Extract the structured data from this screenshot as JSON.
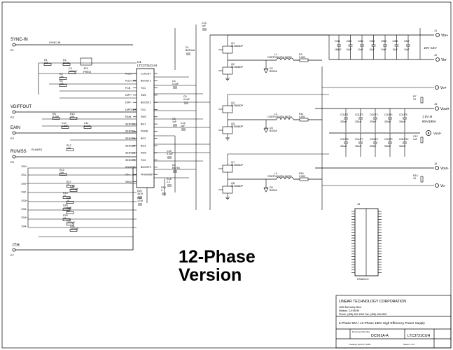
{
  "diagram": {
    "sync_in": {
      "label": "SYNC-IN",
      "term": "E1",
      "net": "SYNC-IN"
    },
    "vdiffout": {
      "label": "VDIFFOUT",
      "term": "E3"
    },
    "eain": {
      "label": "EAIN",
      "term": "E4"
    },
    "runss": {
      "label": "RUN/SS",
      "term": "E5",
      "net": "RUN/SS"
    },
    "ith": {
      "label": "ITH",
      "term": "E7"
    },
    "vin_top": {
      "label": "Vin+",
      "term": "J1",
      "range": "10V~14V"
    },
    "vin_minus": {
      "label": "Vin-",
      "term": "J2"
    },
    "vout_plus": {
      "label": "Vout+",
      "term": "J3"
    },
    "vout_spec": {
      "line1": "1.5V at",
      "line2": "90A/180A"
    },
    "vout_minus": {
      "label": "Vout-",
      "term": "J4"
    },
    "vos_plus": {
      "label": "Vo+"
    },
    "vos_minus": {
      "label": "Vo-"
    },
    "ic": {
      "ref": "U1",
      "part": "LTC3731CUH",
      "left_pins": [
        "PLLIN",
        "PLLFLTR",
        "FCB",
        "DIFF+",
        "DIFF-",
        "DIFFOUT",
        "EAIN",
        "SENSE1+",
        "SENSE1-",
        "SENSE2+",
        "SENSE2-",
        "SENSE3+",
        "SENSE3-",
        "RUN/SS",
        "ITH",
        "VAVG"
      ],
      "right_pins": [
        "CLKOUT",
        "BOOST1",
        "TG1",
        "SW1",
        "BOOST2",
        "TG2",
        "SW2",
        "BG1",
        "PGND",
        "BG2",
        "BG3",
        "SW3",
        "TG3",
        "BOOST3",
        "PHASMDP"
      ]
    },
    "left_passives": [
      {
        "ref": "R1",
        "val": "10k"
      },
      {
        "ref": "R2",
        "val": "82.5k"
      },
      {
        "ref": "C3",
        "val": "1000pF"
      },
      {
        "ref": "R4",
        "val": "10k"
      },
      {
        "ref": "R5",
        "val": "10k"
      },
      {
        "ref": "R8",
        "val": "8.06K"
      },
      {
        "ref": "R10",
        "val": "10K"
      },
      {
        "ref": "C10",
        "val": "1.5nF"
      },
      {
        "ref": "R12",
        "val": "10K"
      },
      {
        "ref": "R13",
        "val": "10K"
      },
      {
        "ref": "R17",
        "val": "10"
      },
      {
        "ref": "C18",
        "val": "1000pF"
      },
      {
        "ref": "R19",
        "val": "10"
      },
      {
        "ref": "R21",
        "val": "10"
      },
      {
        "ref": "C20",
        "val": "1000pF"
      },
      {
        "ref": "R23",
        "val": "10"
      },
      {
        "ref": "R25",
        "val": "10"
      },
      {
        "ref": "C27",
        "val": "1000pF"
      },
      {
        "ref": "C11",
        "val": "0.1uF"
      },
      {
        "ref": "C31",
        "val": "1500pF"
      }
    ],
    "jp1": {
      "ref": "JP1",
      "label": "FREQ"
    },
    "sense_labels": [
      "1S1+",
      "1S1-",
      "1S2+",
      "1S2-",
      "1S3+",
      "1S3-",
      "1S4+",
      "1S4-"
    ],
    "center_passives": [
      {
        "ref": "C13",
        "val": "1uF"
      },
      {
        "ref": "D1",
        "val": "BAT54A"
      },
      {
        "ref": "C4",
        "val": "0.1uF"
      },
      {
        "ref": "C6",
        "val": "0.1uF"
      },
      {
        "ref": "C8",
        "val": "1uF"
      },
      {
        "ref": "C14",
        "val": "1uF"
      },
      {
        "ref": "C15",
        "val": "0.1uF"
      },
      {
        "ref": "D4",
        "val": "BAT54"
      },
      {
        "ref": "R15",
        "val": "2.2"
      },
      {
        "ref": "R18",
        "val": "0"
      },
      {
        "ref": "R20",
        "val": "357K"
      },
      {
        "ref": "R22",
        "val": "121K"
      }
    ],
    "mosfets": [
      {
        "ref": "Q1",
        "part": "Si7860DP"
      },
      {
        "ref": "Q2",
        "part": "Si7856DP"
      },
      {
        "ref": "Q4",
        "part": "Si7860DP"
      },
      {
        "ref": "Q5",
        "part": "Si7856DP"
      },
      {
        "ref": "Q7",
        "part": "Si7860DP"
      },
      {
        "ref": "Q8",
        "part": "Si7856DP"
      }
    ],
    "inductors": [
      {
        "ref": "L1",
        "part": "CDEP105-0R4-MC50"
      },
      {
        "ref": "L2",
        "part": "CDEP105-0R4-MC50"
      },
      {
        "ref": "L3",
        "part": "CDEP105-0R4-MC50"
      }
    ],
    "sense_resistors": [
      {
        "ref": "R3",
        "val": "0.002"
      },
      {
        "ref": "R11",
        "val": "0.002"
      },
      {
        "ref": "R16",
        "val": "0.002"
      }
    ],
    "diodes": [
      {
        "ref": "D2",
        "val": "B320A"
      },
      {
        "ref": "D3",
        "val": "B320A"
      },
      {
        "ref": "D5",
        "val": "B320A"
      }
    ],
    "input_caps": [
      {
        "ref": "CIN1",
        "val": "180uF"
      },
      {
        "ref": "CIN2",
        "val": "10uF"
      },
      {
        "ref": "CIN3",
        "val": "10uF"
      },
      {
        "ref": "CIN4",
        "val": "10uF"
      },
      {
        "ref": "CIN5",
        "val": "10uF"
      },
      {
        "ref": "CIN6",
        "val": "10uF"
      },
      {
        "ref": "CIN7",
        "val": "10uF"
      }
    ],
    "output_caps": [
      {
        "ref": "COUT1",
        "val": "330uF"
      },
      {
        "ref": "COUT2",
        "val": "330uF"
      },
      {
        "ref": "COUT3",
        "val": "330uF"
      },
      {
        "ref": "COUT4",
        "val": "330uF"
      },
      {
        "ref": "COUT5",
        "val": "330uF"
      },
      {
        "ref": "COUT6",
        "val": "330uF"
      },
      {
        "ref": "COUT7",
        "val": "330uF"
      },
      {
        "ref": "COUT8",
        "val": "330uF"
      },
      {
        "ref": "COUT9",
        "val": "330uF"
      },
      {
        "ref": "COUT10",
        "val": "330uF"
      }
    ],
    "right_passives": [
      {
        "ref": "R7",
        "val": "10"
      },
      {
        "ref": "C12",
        "val": "1uF"
      },
      {
        "ref": "R14",
        "val": "10"
      }
    ],
    "connector": {
      "ref": "J5",
      "part": "HSADCX"
    },
    "version_line1": "12-Phase",
    "version_line2": "Version"
  },
  "title_block": {
    "company": "LINEAR TECHNOLOGY CORPORATION",
    "addr1": "1630 McCarthy Blvd.",
    "addr2": "Milpitas, CA 95035",
    "phone": "Phone: (408) 432-1900   Fax: (408) 434-0507",
    "title": "6-Phase 90A / 12-Phase 180A High Efficiency Power Supply",
    "doc_label": "Document Number",
    "doc_number": "DC561A-A",
    "part": "LTC3731CUH",
    "date": "Tuesday, April 01, 2003",
    "sheet": "Sheet 1 of 6"
  }
}
